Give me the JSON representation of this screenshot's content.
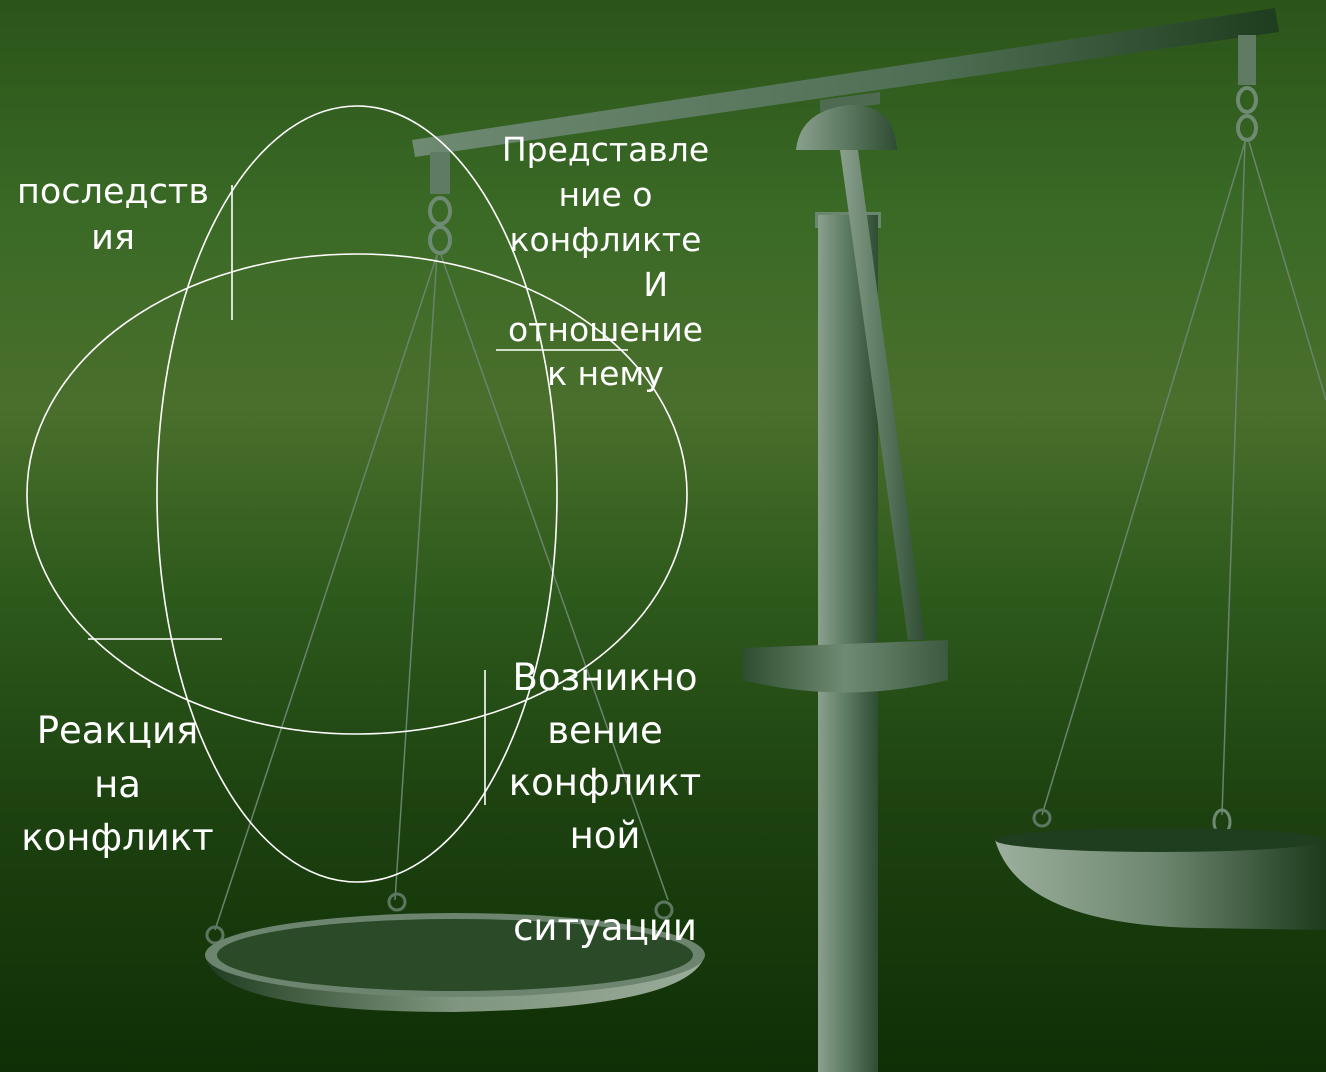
{
  "diagram": {
    "labels": {
      "consequences": [
        "последств",
        "ия"
      ],
      "perception": [
        "Представле",
        "ние о",
        "конфликте",
        "И",
        "отношение",
        "к нему"
      ],
      "emergence": [
        "Возникно",
        "вение",
        "конфликт",
        "ной",
        "ситуации"
      ],
      "reaction": [
        "Реакция",
        "на",
        "конфликт"
      ]
    }
  },
  "colors": {
    "background_top": "#2b5419",
    "background_bottom": "#0f2f06",
    "metal": "#5e7a64",
    "line": "#ffffff"
  }
}
